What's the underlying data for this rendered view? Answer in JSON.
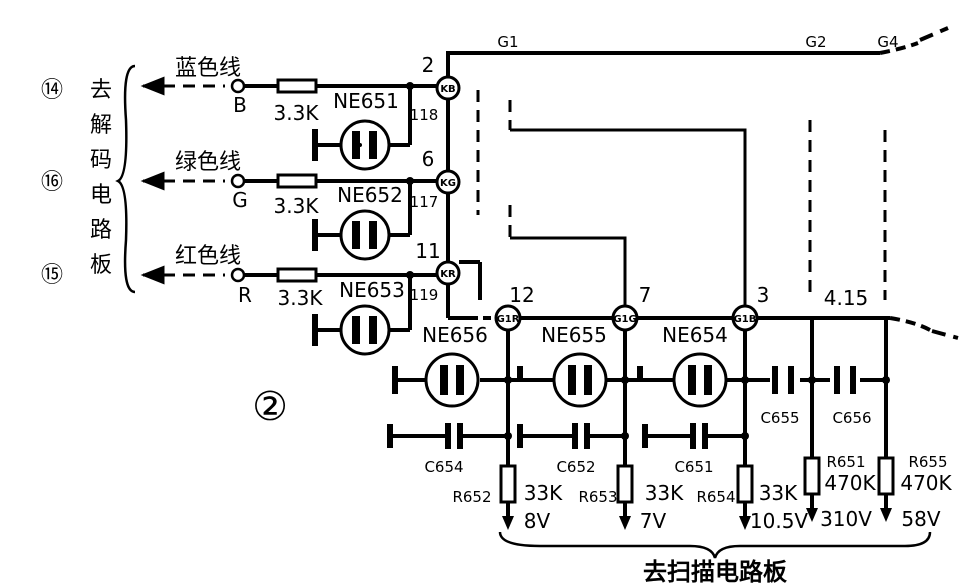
{
  "figure_marker": "②",
  "left_refs": {
    "top": "⑭",
    "middle": "⑯",
    "bottom": "⑮"
  },
  "left_vertical_text": [
    "去",
    "解",
    "码",
    "电",
    "路",
    "板"
  ],
  "color_lines": {
    "blue": {
      "name": "蓝色线",
      "letter": "B",
      "resistor": "3.3K",
      "tube": "NE651",
      "pin_top": "2",
      "pin_side": "118",
      "node": "KB"
    },
    "green": {
      "name": "绿色线",
      "letter": "G",
      "resistor": "3.3K",
      "tube": "NE652",
      "pin_top": "6",
      "pin_side": "117",
      "node": "KG"
    },
    "red": {
      "name": "红色线",
      "letter": "R",
      "resistor": "3.3K",
      "tube": "NE653",
      "pin_top": "11",
      "pin_side": "119",
      "node": "KR"
    }
  },
  "grid_labels": {
    "g1": "G1",
    "g2": "G2",
    "g4": "G4",
    "pin_415": "4.15"
  },
  "grid_nodes": {
    "gr": {
      "label": "G1R",
      "pin": "12"
    },
    "gg": {
      "label": "G1G",
      "pin": "7"
    },
    "gb": {
      "label": "G1B",
      "pin": "3"
    }
  },
  "tubes_lower": [
    "NE656",
    "NE655",
    "NE654"
  ],
  "capacitors": {
    "c654": "C654",
    "c652": "C652",
    "c651": "C651",
    "c655": "C655",
    "c656": "C656"
  },
  "resistors": {
    "r652": {
      "name": "R652",
      "value": "33K",
      "voltage": "8V"
    },
    "r653": {
      "name": "R653",
      "value": "33K",
      "voltage": "7V"
    },
    "r654": {
      "name": "R654",
      "value": "33K",
      "voltage": "10.5V"
    },
    "r651": {
      "name": "R651",
      "value": "470K",
      "voltage": "310V"
    },
    "r655": {
      "name": "R655",
      "value": "470K",
      "voltage": "58V"
    }
  },
  "bottom_caption": "去扫描电路板"
}
